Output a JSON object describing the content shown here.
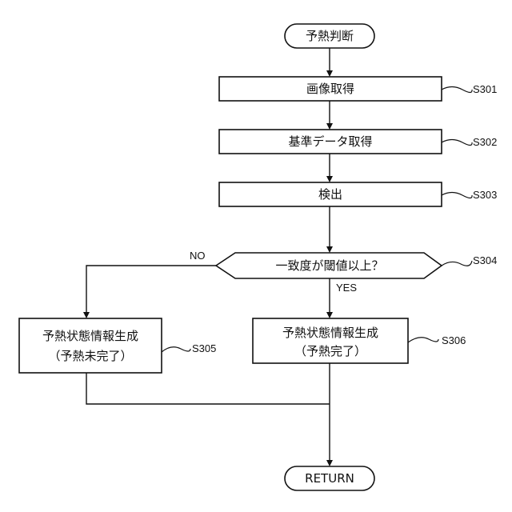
{
  "nodes": {
    "start": {
      "label": "予熱判断"
    },
    "s301": {
      "label": "画像取得",
      "step": "S301"
    },
    "s302": {
      "label": "基準データ取得",
      "step": "S302"
    },
    "s303": {
      "label": "検出",
      "step": "S303"
    },
    "s304": {
      "label": "一致度が閾値以上？",
      "step": "S304",
      "no_label": "NO",
      "yes_label": "YES"
    },
    "s305": {
      "line1": "予熱状態情報生成",
      "line2": "（予熱未完了）",
      "step": "S305"
    },
    "s306": {
      "line1": "予熱状態情報生成",
      "line2": "（予熱完了）",
      "step": "S306"
    },
    "end": {
      "label": "RETURN"
    }
  }
}
